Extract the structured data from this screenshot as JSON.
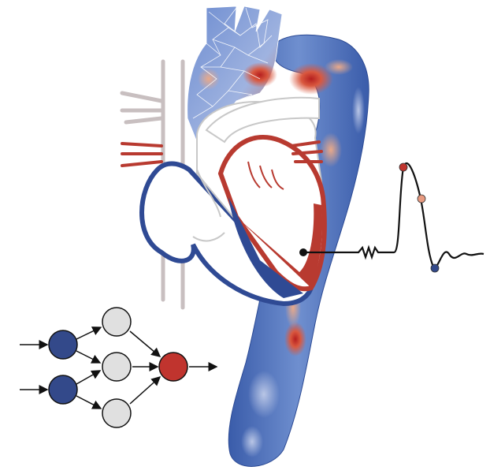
{
  "figure": {
    "description_text": "",
    "colors": {
      "aorta_blue": "#3c5fae",
      "aorta_light": "#8aa6d6",
      "hot_red": "#c8342b",
      "hot_orange": "#e48a6a",
      "heart_red": "#b83a30",
      "heart_blue": "#2f4a94",
      "vessel_grey": "#c8bfc0",
      "node_blue": "#33498a",
      "node_grey": "#e0e0e0",
      "node_red": "#c0342e",
      "signal_line": "#111111",
      "marker_red": "#c0342e",
      "marker_orange": "#e89a80",
      "marker_blue": "#33498a"
    },
    "neural_network": {
      "input_nodes": 2,
      "hidden_nodes": 3,
      "output_nodes": 1
    },
    "signal_markers": [
      "peak-marker",
      "descent-marker",
      "trough-marker"
    ]
  }
}
